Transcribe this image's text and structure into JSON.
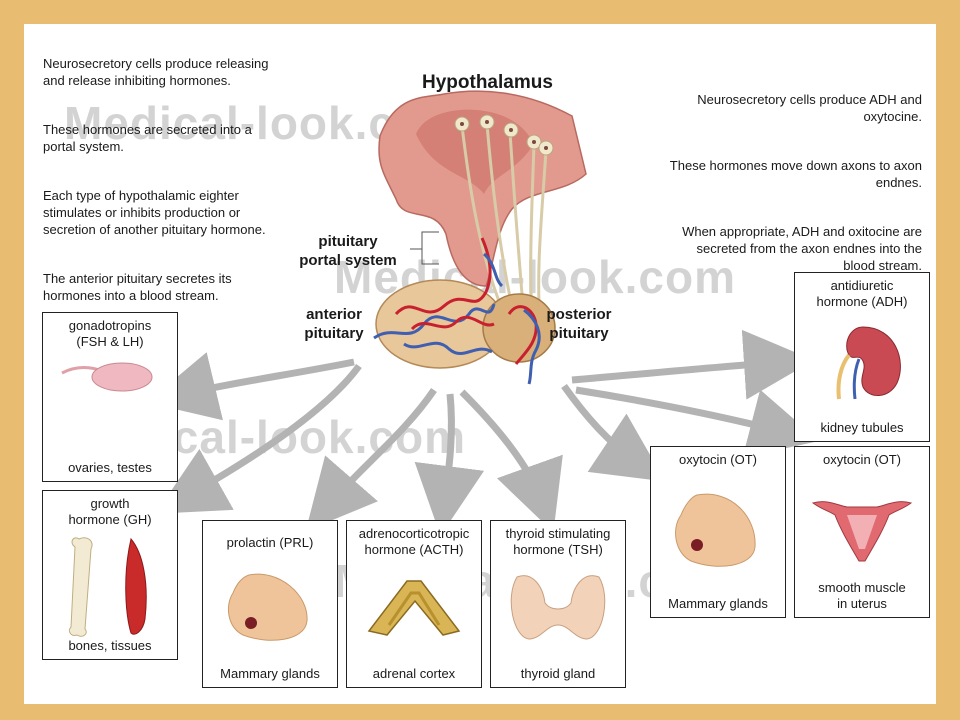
{
  "title": "Hypothalamus",
  "left_notes": [
    "Neurosecretory cells produce releasing and release inhibiting hormones.",
    "These hormones are secreted into a portal system.",
    "Each type of hypothalamic eighter stimulates or inhibits production or secretion of another pituitary hormone.",
    "The anterior pituitary secretes its hormones into a blood stream."
  ],
  "right_notes": [
    "Neurosecretory cells produce ADH and oxytocine.",
    "These hormones move down axons to axon endnes.",
    "When appropriate, ADH and oxitocine are secreted from the axon endnes into the blood stream."
  ],
  "labels": {
    "portal_system": "pituitary\nportal system",
    "anterior": "anterior\npituitary",
    "posterior": "posterior\npituitary"
  },
  "watermark": "Medical-look.com",
  "boxes": {
    "gonadotropins": {
      "hormone": "gonadotropins\n(FSH & LH)",
      "target": "ovaries, testes"
    },
    "growth": {
      "hormone": "growth\nhormone (GH)",
      "target": "bones, tissues"
    },
    "prolactin": {
      "hormone": "prolactin (PRL)",
      "target": "Mammary glands"
    },
    "acth": {
      "hormone": "adrenocorticotropic\nhormone (ACTH)",
      "target": "adrenal cortex"
    },
    "tsh": {
      "hormone": "thyroid stimulating\nhormone (TSH)",
      "target": "thyroid gland"
    },
    "ot_mammary": {
      "hormone": "oxytocin (OT)",
      "target": "Mammary glands"
    },
    "adh": {
      "hormone": "antidiuretic\nhormone (ADH)",
      "target": "kidney tubules"
    },
    "ot_uterus": {
      "hormone": "oxytocin (OT)",
      "target": "smooth muscle\nin uterus"
    }
  },
  "colors": {
    "frame": "#e8bd72",
    "arrow": "#b3b3b3",
    "artery": "#c8202f",
    "vein": "#3f5fb0",
    "tissue": "#e39a8e"
  }
}
